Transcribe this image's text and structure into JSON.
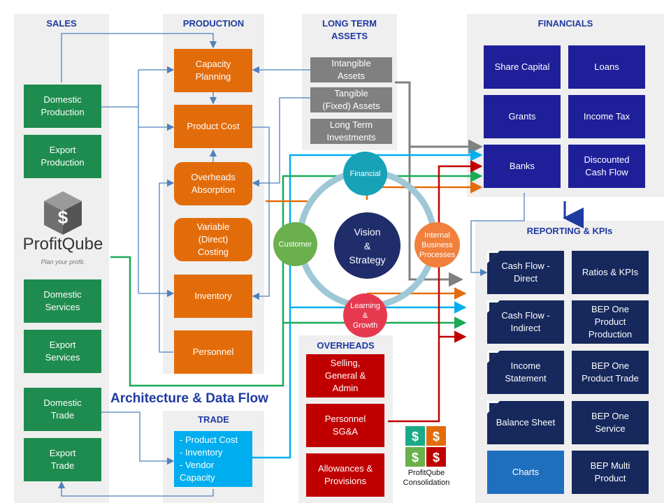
{
  "sales": {
    "title": "SALES",
    "domestic_production": "Domestic\nProduction",
    "export_production": "Export\nProduction",
    "domestic_services": "Domestic\nServices",
    "export_services": "Export\nServices",
    "domestic_trade": "Domestic\nTrade",
    "export_trade": "Export\nTrade"
  },
  "logo": {
    "name": "ProfitQube",
    "tagline": "Plan your profit."
  },
  "production": {
    "title": "PRODUCTION",
    "capacity_planning": "Capacity\nPlanning",
    "product_cost": "Product Cost",
    "overheads_absorption": "Overheads\nAbsorption",
    "variable_costing": "Variable\n(Direct)\nCosting",
    "inventory": "Inventory",
    "personnel": "Personnel"
  },
  "long_term_assets": {
    "title": "LONG TERM\nASSETS",
    "intangible": "Intangible\nAssets",
    "tangible": "Tangible\n(Fixed) Assets",
    "investments": "Long Term\nInvestments"
  },
  "financials": {
    "title": "FINANCIALS",
    "share_capital": "Share Capital",
    "loans": "Loans",
    "grants": "Grants",
    "income_tax": "Income Tax",
    "banks": "Banks",
    "dcf": "Discounted\nCash Flow"
  },
  "reporting": {
    "title": "REPORTING & KPIs",
    "cash_flow_direct": "Cash Flow -\nDirect",
    "ratios": "Ratios & KPIs",
    "cash_flow_indirect": "Cash Flow -\nIndirect",
    "bep_production": "BEP One\nProduct\nProduction",
    "income_statement": "Income\nStatement",
    "bep_trade": "BEP One\nProduct Trade",
    "balance_sheet": "Balance Sheet",
    "bep_service": "BEP One\nService",
    "charts": "Charts",
    "bep_multi": "BEP Multi\nProduct"
  },
  "center": {
    "vision": "Vision\n&\nStrategy",
    "financial": "Financial",
    "customer": "Customer",
    "internal": "Internal\nBusiness\nProcesses",
    "learning": "Learning\n&\nGrowth"
  },
  "architecture_title": "Architecture & Data Flow",
  "trade": {
    "title": "TRADE",
    "items": "- Product Cost\n- Inventory\n- Vendor\n  Capacity"
  },
  "overheads": {
    "title": "OVERHEADS",
    "selling": "Selling,\nGeneral &\nAdmin",
    "personnel": "Personnel\nSG&A",
    "allowances": "Allowances &\nProvisions"
  },
  "consolidation": {
    "label": "ProfitQube\nConsolidation"
  },
  "colors": {
    "title_blue": "#1f3aa0",
    "green": "#1e8c4e",
    "orange": "#e36c0a",
    "navy": "#1f1f99",
    "red": "#c00000",
    "cyan": "#00aeef"
  }
}
